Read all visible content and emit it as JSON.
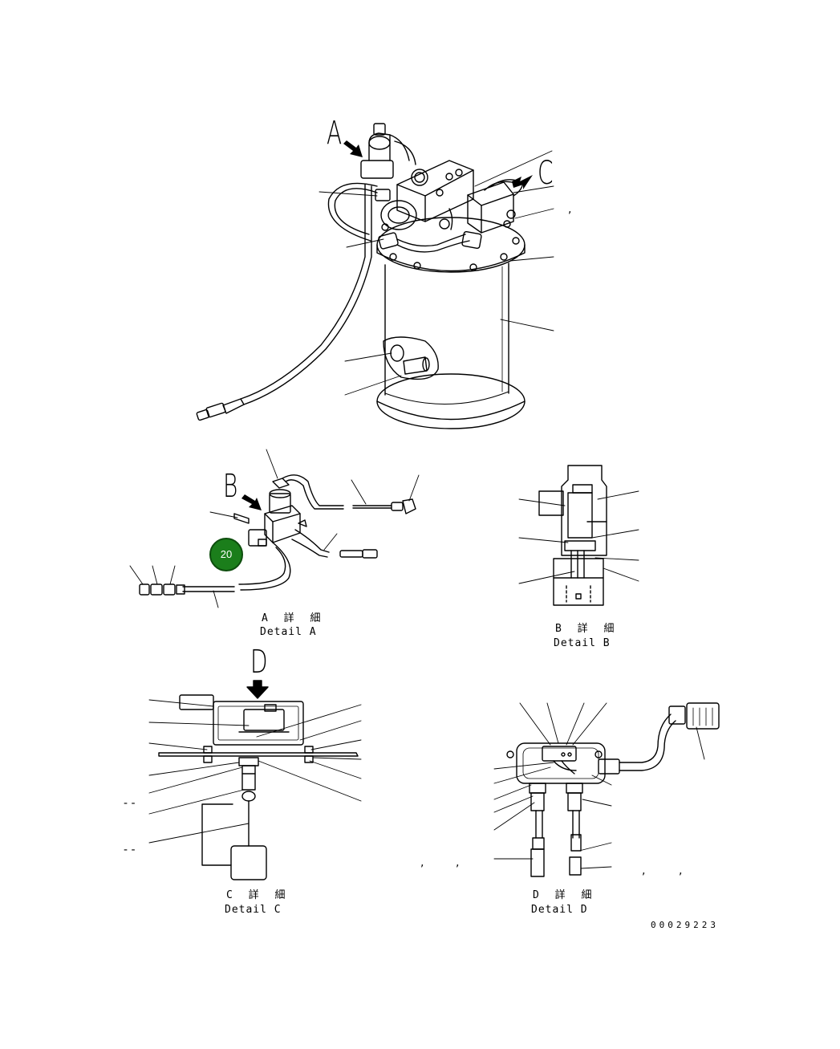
{
  "view_letters": {
    "a": "A",
    "b": "B",
    "c": "C",
    "d": "D"
  },
  "details": {
    "a": {
      "jp": "A 詳 細",
      "en": "Detail A"
    },
    "b": {
      "jp": "B 詳 細",
      "en": "Detail B"
    },
    "c": {
      "jp": "C 詳 細",
      "en": "Detail C"
    },
    "d": {
      "jp": "D 詳 細",
      "en": "Detail D"
    }
  },
  "hotspot": {
    "label": "20",
    "color": "#1b7e1b"
  },
  "document_number": "00029223",
  "marks": {
    "comma": ",",
    "dash": "- -"
  }
}
